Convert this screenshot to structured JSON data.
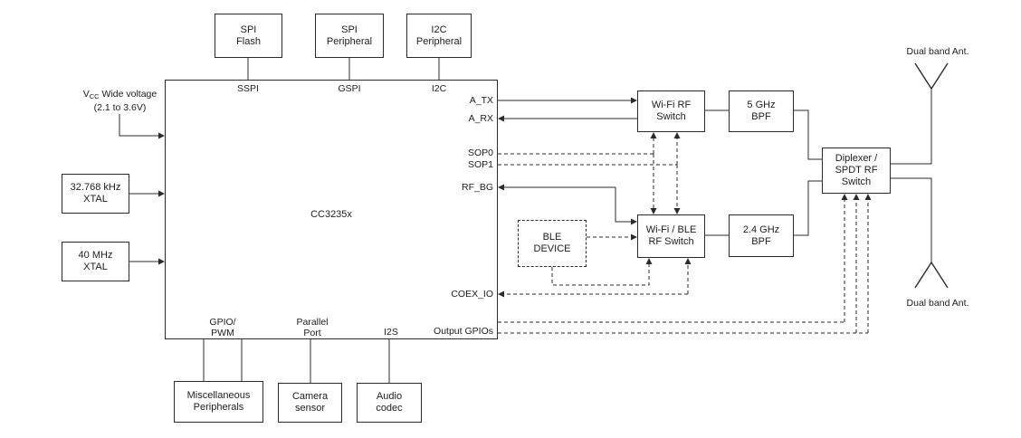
{
  "diagram": {
    "type": "block-diagram",
    "chip": {
      "name": "CC3235x",
      "top_pins": [
        {
          "label": "SSPI"
        },
        {
          "label": "GSPI"
        },
        {
          "label": "I2C"
        }
      ],
      "right_pins": [
        {
          "label": "A_TX"
        },
        {
          "label": "A_RX"
        },
        {
          "label": "SOP0"
        },
        {
          "label": "SOP1"
        },
        {
          "label": "RF_BG"
        },
        {
          "label": "COEX_IO"
        },
        {
          "label": "Output GPIOs"
        }
      ],
      "bottom_pins": [
        {
          "label": "GPIO/\nPWM"
        },
        {
          "label": "Parallel\nPort"
        },
        {
          "label": "I2S"
        }
      ]
    },
    "top_peripherals": [
      {
        "label": "SPI\nFlash"
      },
      {
        "label": "SPI\nPeripheral"
      },
      {
        "label": "I2C\nPeripheral"
      }
    ],
    "bottom_peripherals": [
      {
        "label": "Miscellaneous\nPeripherals"
      },
      {
        "label": "Camera\nsensor"
      },
      {
        "label": "Audio\ncodec"
      }
    ],
    "left_inputs": {
      "vcc": {
        "v": "V",
        "sub": "CC",
        "rest": "Wide voltage",
        "range": "(2.1 to 3.6V)"
      },
      "xtal_slow": {
        "label": "32.768 kHz\nXTAL"
      },
      "xtal_fast": {
        "label": "40 MHz\nXTAL"
      }
    },
    "rf_chain": {
      "wifi_rf_switch": {
        "label": "Wi-Fi RF\nSwitch"
      },
      "bpf_5ghz": {
        "label": "5 GHz\nBPF"
      },
      "diplexer": {
        "label": "Diplexer /\nSPDT RF\nSwitch"
      },
      "ble_device": {
        "label": "BLE\nDEVICE"
      },
      "wifi_ble_rf_switch": {
        "label": "Wi-Fi / BLE\nRF Switch"
      },
      "bpf_24ghz": {
        "label": "2.4 GHz\nBPF"
      },
      "antenna_top": {
        "label": "Dual band Ant."
      },
      "antenna_bottom": {
        "label": "Dual band Ant."
      }
    },
    "colors": {
      "line": "#2b2b2b",
      "text": "#1c1c1c",
      "background": "#ffffff"
    }
  }
}
